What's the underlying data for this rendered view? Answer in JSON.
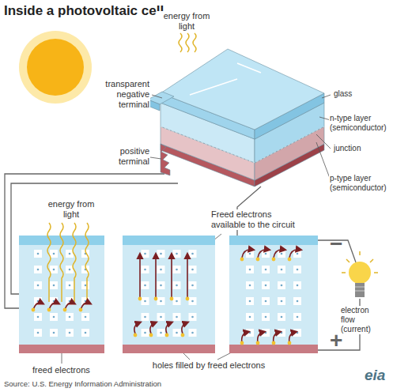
{
  "diagram": {
    "title": "Inside a photovoltaic cell",
    "caption": "Source: U.S. Energy Information Administration",
    "labels": [
      "energy from light",
      "transparent negative terminal",
      "glass",
      "n-type layer (semiconductor)",
      "junction",
      "positive terminal",
      "p-type layer (semiconductor)",
      "energy from light",
      "Freed electrons available to the circuit",
      "freed electrons",
      "holes filled by freed electrons",
      "−",
      "electron flow (current)",
      "+",
      "eia"
    ]
  }
}
